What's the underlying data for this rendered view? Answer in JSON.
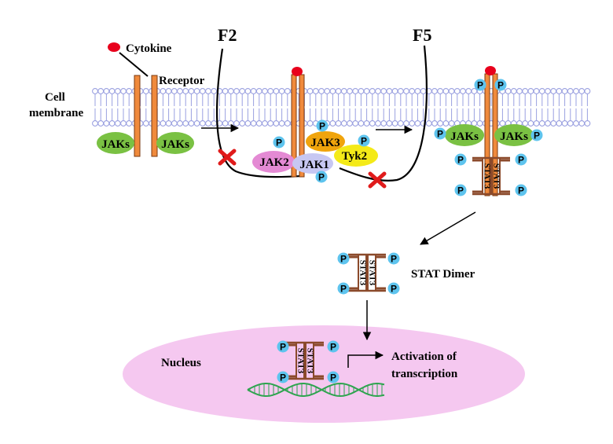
{
  "labels": {
    "cytokine": "Cytokine",
    "receptor": "Receptor",
    "cell_membrane_line1": "Cell",
    "cell_membrane_line2": "membrane",
    "f2": "F2",
    "f5": "F5",
    "stat_dimer": "STAT Dimer",
    "nucleus": "Nucleus",
    "activation_line1": "Activation of",
    "activation_line2": "transcription"
  },
  "kinases": {
    "jaks": "JAKs",
    "jak1": "JAK1",
    "jak2": "JAK2",
    "jak3": "JAK3",
    "tyk2": "Tyk2"
  },
  "phospho": "P",
  "stat": "STAT3",
  "colors": {
    "ligand": "#e8001c",
    "receptor": "#f08a3c",
    "membrane": "#9aa0e0",
    "jaks": "#7ac143",
    "jak2": "#e48ad4",
    "jak1": "#c7c7f2",
    "jak3": "#f0a40c",
    "tyk2": "#f4ea18",
    "phospho": "#5ec4ee",
    "stat_frame": "#8b4a2b",
    "nucleus": "#f5c8f0",
    "dna": "#2ea44f",
    "inhibit": "#e01b1b"
  }
}
